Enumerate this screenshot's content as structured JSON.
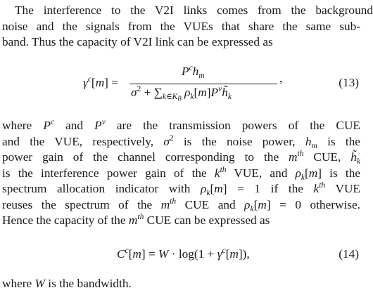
{
  "paragraph1": [
    "The interference to the V2I links comes from the background",
    "noise and the signals from the VUEs that share the same sub-",
    "band. Thus the capacity of V2I link can be expressed as"
  ],
  "eq13": {
    "lhs": "γ^c[m] =",
    "numerator": "P^c h_m",
    "denominator": "σ^2 + Σ_{k∈K_B} ρ_k[m] P^v h̃_k",
    "trailing": ",",
    "number": "(13)"
  },
  "paragraph2": [
    "where P^c and P^v are the transmission powers of the CUE",
    "and the VUE, respectively, σ^2 is the noise power, h_m is the",
    "power gain of the channel corresponding to the m^th CUE, h̃_k",
    "is the interference power gain of the k^th VUE, and ρ_k[m] is the",
    "spectrum allocation indicator with ρ_k[m] = 1 if the k^th VUE",
    "reuses the spectrum of the m^th CUE and ρ_k[m] = 0 otherwise.",
    "Hence the capacity of the m^th CUE can be expressed as"
  ],
  "eq14": {
    "expression": "C^c[m] = W · log(1 + γ^c[m]),",
    "number": "(14)"
  },
  "paragraph3": "where W is the bandwidth."
}
